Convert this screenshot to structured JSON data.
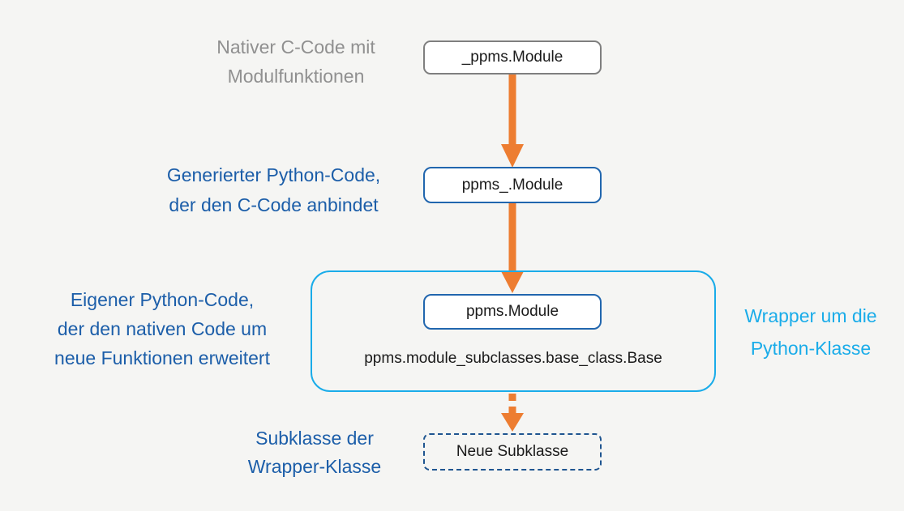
{
  "diagram": {
    "annotations": {
      "native": {
        "lines": [
          "Nativer C-Code mit",
          "Modulfunktionen"
        ]
      },
      "generated": {
        "lines": [
          "Generierter Python-Code,",
          "der den C-Code anbindet"
        ]
      },
      "own": {
        "lines": [
          "Eigener Python-Code,",
          "der den nativen Code um",
          "neue Funktionen erweitert"
        ]
      },
      "wrapper": {
        "lines": [
          "Wrapper um die",
          "Python-Klasse"
        ]
      },
      "subclass": {
        "lines": [
          "Subklasse der",
          "Wrapper-Klasse"
        ]
      }
    },
    "boxes": {
      "native_module": "_ppms.Module",
      "generated_module": "ppms_.Module",
      "wrapper_module": "ppms.Module",
      "base_class": "ppms.module_subclasses.base_class.Base",
      "new_subclass": "Neue Subklasse"
    },
    "colors": {
      "background": "#F5F5F3",
      "orange_arrow": "#ED7D31",
      "dark_blue_text": "#1C5EA9",
      "cyan_accent": "#1AACE9",
      "gray_text": "#909090",
      "gray_border": "#7F7F7F",
      "blue_box_border": "#2166AE",
      "dashed_box_border": "#1F5590",
      "box_fill": "#FFFFFF"
    }
  }
}
